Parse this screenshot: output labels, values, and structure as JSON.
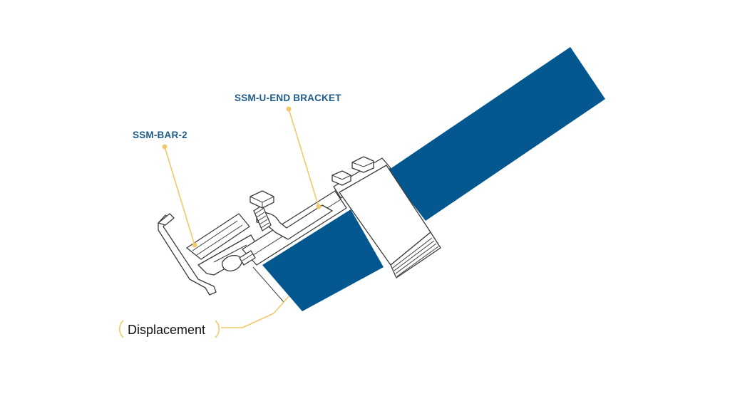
{
  "labels": {
    "bar": "SSM-BAR-2",
    "bracket": "SSM-U-END BRACKET",
    "displacement": "Displacement"
  },
  "colors": {
    "panel_blue": "#04578F",
    "label_blue": "#1F5C8B",
    "leader_gold": "#F1C86A",
    "outline": "#3a3a3a"
  }
}
